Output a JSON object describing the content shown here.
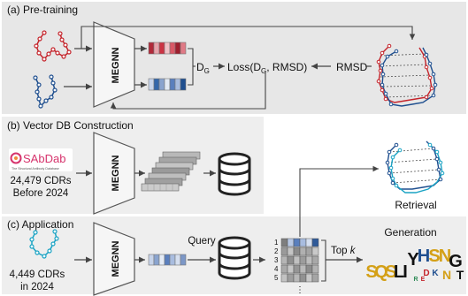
{
  "sections": {
    "pretraining": {
      "label": "(a) Pre-training",
      "encoder_label": "MEGNN",
      "distance_symbol": "D",
      "distance_subscript": "G",
      "loss_prefix": "Loss(D",
      "loss_subscript": "G",
      "loss_suffix": ", RMSD)",
      "rmsd_label": "RMSD"
    },
    "vector_db": {
      "label": "(b) Vector DB Construction",
      "source_logo_text": "SAbDab",
      "source_logo_subtitle": "The Structural Antibody Database",
      "count_line1": "24,479 CDRs",
      "count_line2": "Before 2024",
      "encoder_label": "MEGNN",
      "retrieval_label": "Retrieval"
    },
    "application": {
      "label": "(c) Application",
      "count_line1": "4,449 CDRs",
      "count_line2": "in 2024",
      "encoder_label": "MEGNN",
      "query_label": "Query",
      "topk_prefix": "Top ",
      "topk_var": "k",
      "generation_label": "Generation",
      "rank_numbers": [
        "1",
        "2",
        "3",
        "4",
        "5"
      ],
      "ellipsis": "⋮",
      "logo_letters": "SQSLIYHSNGNT"
    }
  },
  "colors": {
    "panel_a_bg": "#e7e7e7",
    "panel_b_bg": "#eeeeee",
    "panel_c_bg": "#eeeeee",
    "red_structure": "#c4232a",
    "blue_structure": "#1f4f8f",
    "teal_structure": "#1aa3c4",
    "red_embedding": "#cc3344",
    "blue_embedding": "#3366aa",
    "sabdab_pink": "#d6336c"
  }
}
